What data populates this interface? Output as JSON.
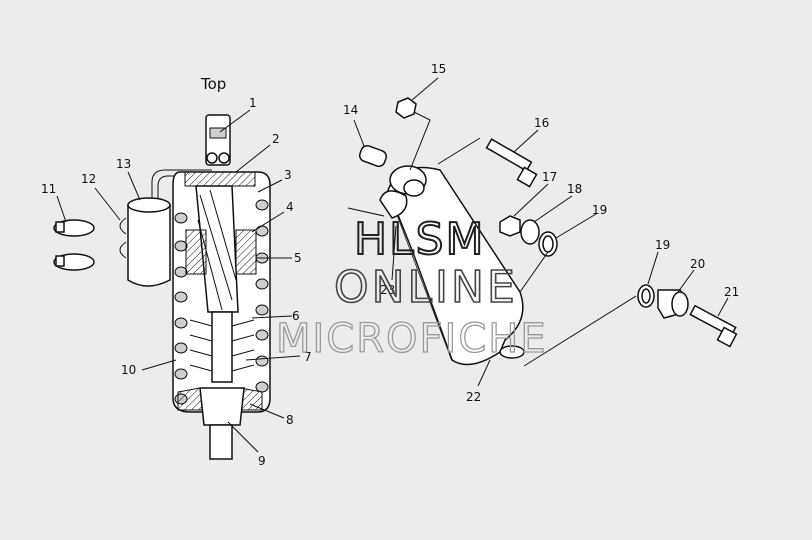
{
  "diagram": {
    "top_label": "Top",
    "callouts": {
      "c1": "1",
      "c2": "2",
      "c3": "3",
      "c4": "4",
      "c5": "5",
      "c6": "6",
      "c7": "7",
      "c8": "8",
      "c9": "9",
      "c10": "10",
      "c11": "11",
      "c12": "12",
      "c13": "13",
      "c14": "14",
      "c15": "15",
      "c16": "16",
      "c17": "17",
      "c18": "18",
      "c19a": "19",
      "c19b": "19",
      "c20": "20",
      "c21": "21",
      "c22": "22",
      "c23": "23"
    }
  },
  "watermark": {
    "line1": "HLSM",
    "line2": "ONLINE",
    "line3": "MICROFICHE"
  }
}
